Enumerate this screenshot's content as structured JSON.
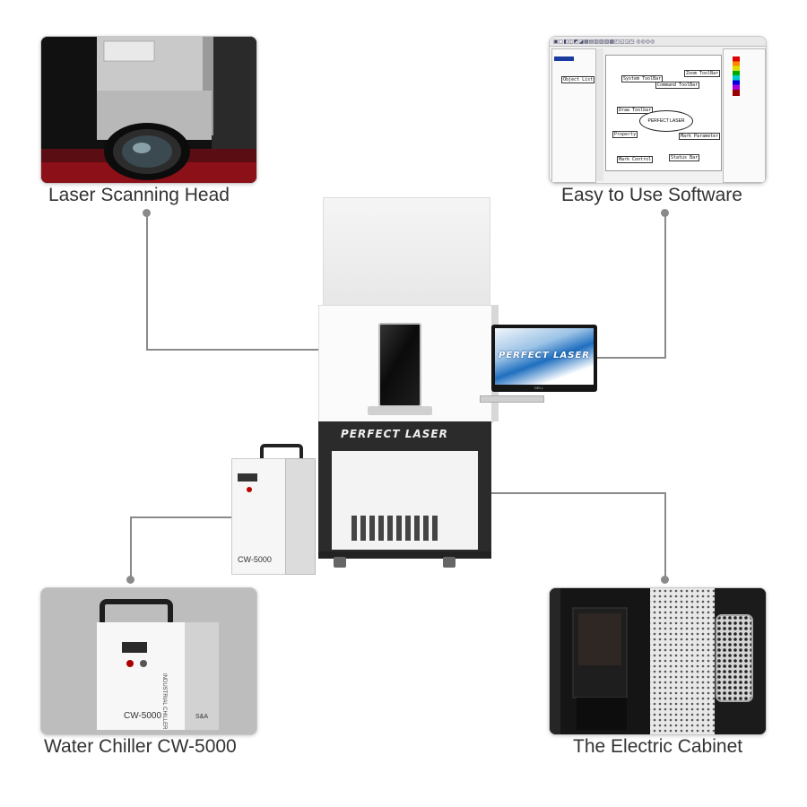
{
  "captions": {
    "scan_head": "Laser Scanning Head",
    "software": "Easy to Use Software",
    "chiller": "Water Chiller CW-5000",
    "cabinet": "The Electric Cabinet"
  },
  "brand": {
    "machine_plate": "PERFECT LASER",
    "monitor_logo": "PERFECT LASER",
    "monitor_maker": "DELL"
  },
  "chiller": {
    "model": "CW-5000",
    "side_text": "INDUSTRIAL CHILLER",
    "maker": "S&A"
  },
  "software_screenshot": {
    "labels": [
      "Object List",
      "System ToolBar",
      "Command ToolBar",
      "Zoom ToolBar",
      "Draw Toolbar",
      "PERFECT LASER",
      "Property",
      "Mark Parameter",
      "Mark Control",
      "Status Bar"
    ]
  },
  "colors": {
    "connector": "#8a8a8a",
    "monitor_blue": "#1f6fc0",
    "machine_dark": "#2b2b2b"
  }
}
